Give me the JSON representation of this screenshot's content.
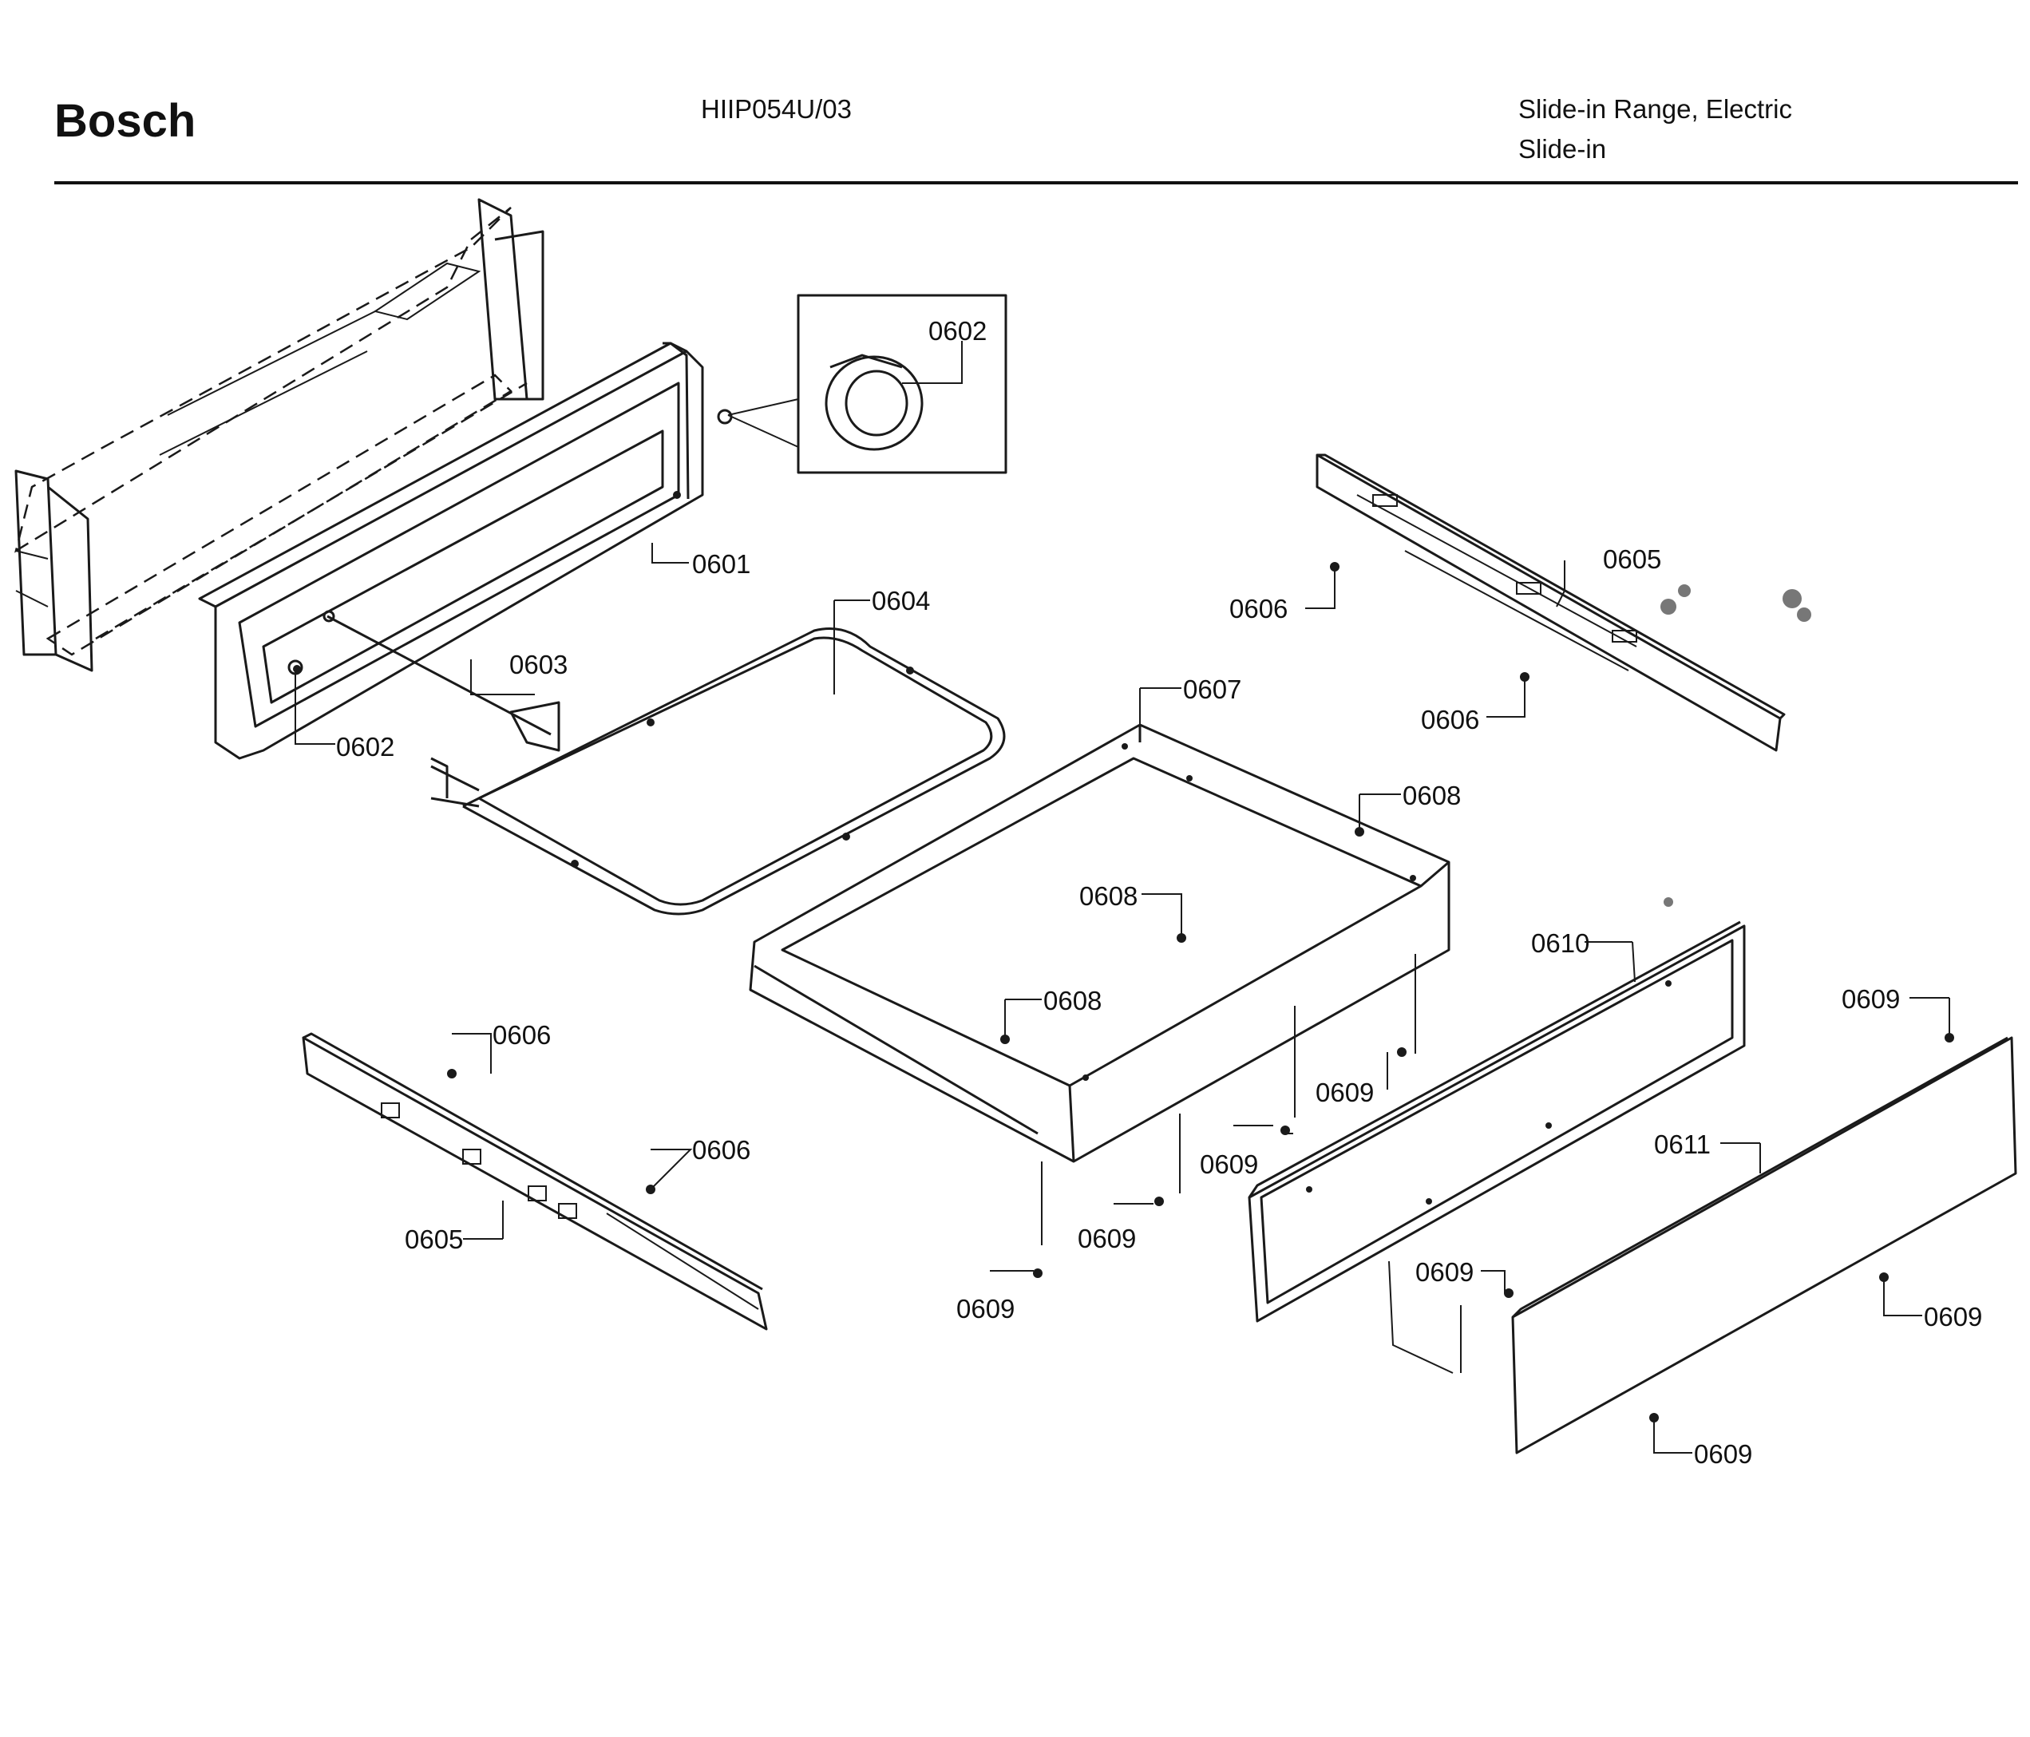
{
  "header": {
    "brand": "Bosch",
    "model": "HIIP054U/03",
    "product_line1": "Slide-in Range, Electric",
    "product_line2": "Slide-in"
  },
  "callouts": {
    "c0601": "0601",
    "c0602a": "0602",
    "c0602b": "0602",
    "c0603": "0603",
    "c0604": "0604",
    "c0605a": "0605",
    "c0605b": "0605",
    "c0606a": "0606",
    "c0606b": "0606",
    "c0606c": "0606",
    "c0606d": "0606",
    "c0607": "0607",
    "c0608a": "0608",
    "c0608b": "0608",
    "c0608c": "0608",
    "c0609a": "0609",
    "c0609b": "0609",
    "c0609c": "0609",
    "c0609d": "0609",
    "c0609e": "0609",
    "c0609f": "0609",
    "c0609g": "0609",
    "c0609h": "0609",
    "c0610": "0610",
    "c0611": "0611"
  }
}
